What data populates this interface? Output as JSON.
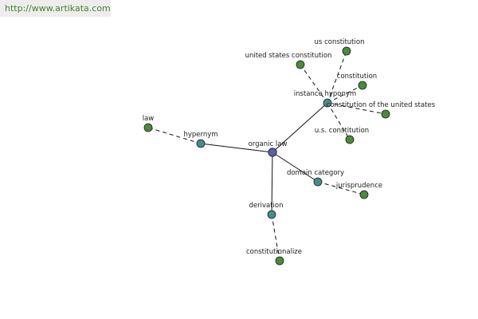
{
  "watermark": {
    "text": "http://www.artikata.com"
  },
  "colors": {
    "center": "#5a5fa8",
    "relation": "#4a8c8c",
    "term": "#4a8b3c",
    "edge": "#111111"
  },
  "graph": {
    "nodes": [
      {
        "id": "organic-law",
        "label": "organic law",
        "kind": "center"
      },
      {
        "id": "hypernym",
        "label": "hypernym",
        "kind": "relation"
      },
      {
        "id": "instance-hyponym",
        "label": "instance hyponym",
        "kind": "relation"
      },
      {
        "id": "domain-category",
        "label": "domain category",
        "kind": "relation"
      },
      {
        "id": "derivation",
        "label": "derivation",
        "kind": "relation"
      },
      {
        "id": "law",
        "label": "law",
        "kind": "term"
      },
      {
        "id": "us-constitution",
        "label": "us constitution",
        "kind": "term"
      },
      {
        "id": "united-states-constitution",
        "label": "united states constitution",
        "kind": "term"
      },
      {
        "id": "constitution",
        "label": "constitution",
        "kind": "term"
      },
      {
        "id": "constitution-of-the-united-states",
        "label": "constitution of the united states",
        "kind": "term"
      },
      {
        "id": "u-s-constitution",
        "label": "u.s. constitution",
        "kind": "term"
      },
      {
        "id": "jurisprudence",
        "label": "jurisprudence",
        "kind": "term"
      },
      {
        "id": "constitutionalize",
        "label": "constitutionalize",
        "kind": "term"
      }
    ],
    "edges": [
      {
        "from": "organic-law",
        "to": "hypernym",
        "style": "solid"
      },
      {
        "from": "organic-law",
        "to": "instance-hyponym",
        "style": "solid"
      },
      {
        "from": "organic-law",
        "to": "domain-category",
        "style": "solid"
      },
      {
        "from": "organic-law",
        "to": "derivation",
        "style": "solid"
      },
      {
        "from": "hypernym",
        "to": "law",
        "style": "dashed"
      },
      {
        "from": "instance-hyponym",
        "to": "us-constitution",
        "style": "dashed"
      },
      {
        "from": "instance-hyponym",
        "to": "united-states-constitution",
        "style": "dashed"
      },
      {
        "from": "instance-hyponym",
        "to": "constitution",
        "style": "dashed"
      },
      {
        "from": "instance-hyponym",
        "to": "constitution-of-the-united-states",
        "style": "dashed"
      },
      {
        "from": "instance-hyponym",
        "to": "u-s-constitution",
        "style": "dashed"
      },
      {
        "from": "domain-category",
        "to": "jurisprudence",
        "style": "dashed"
      },
      {
        "from": "derivation",
        "to": "constitutionalize",
        "style": "dashed"
      }
    ]
  }
}
